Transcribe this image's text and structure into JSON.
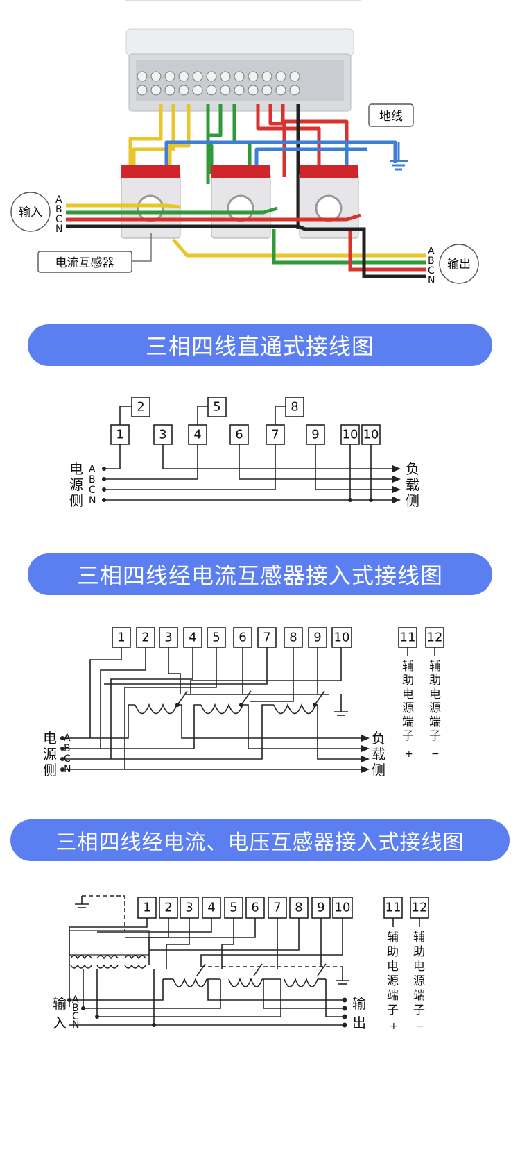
{
  "photo": {
    "ground_label": "地线",
    "input_label": "输入",
    "output_label": "输出",
    "ct_label": "电流互感器",
    "phases": [
      "A",
      "B",
      "C",
      "N"
    ]
  },
  "sections": [
    {
      "title": "三相四线直通式接线图",
      "terminals_top": [
        "2",
        "5",
        "8"
      ],
      "terminals": [
        "1",
        "3",
        "4",
        "6",
        "7",
        "9",
        "10",
        "10"
      ],
      "source_label": [
        "电",
        "源",
        "侧"
      ],
      "load_label": [
        "负",
        "载",
        "侧"
      ],
      "phases": [
        "A",
        "B",
        "C",
        "N"
      ]
    },
    {
      "title": "三相四线经电流互感器接入式接线图",
      "terminals": [
        "1",
        "2",
        "3",
        "4",
        "5",
        "6",
        "7",
        "8",
        "9",
        "10"
      ],
      "aux_terminals": [
        "11",
        "12"
      ],
      "aux_label": [
        "辅",
        "助",
        "电",
        "源",
        "端",
        "子"
      ],
      "aux_signs": [
        "+",
        "−"
      ],
      "source_label": [
        "电",
        "源",
        "侧"
      ],
      "load_label": [
        "负",
        "载",
        "侧"
      ],
      "phases": [
        "A",
        "B",
        "C",
        "N"
      ]
    },
    {
      "title": "三相四线经电流、电压互感器接入式接线图",
      "terminals": [
        "1",
        "2",
        "3",
        "4",
        "5",
        "6",
        "7",
        "8",
        "9",
        "10"
      ],
      "aux_terminals": [
        "11",
        "12"
      ],
      "aux_label": [
        "辅",
        "助",
        "电",
        "源",
        "端",
        "子"
      ],
      "aux_signs": [
        "+",
        "−"
      ],
      "input_label": [
        "输",
        "入"
      ],
      "output_label": [
        "输",
        "出"
      ],
      "phases": [
        "A",
        "B",
        "C",
        "N"
      ]
    }
  ],
  "colors": {
    "banner": "#5b7ff0",
    "wire_yellow": "#e8c62a",
    "wire_green": "#2e9a3a",
    "wire_red": "#d8322d",
    "wire_black": "#222222",
    "wire_blue": "#3d7fd6",
    "ct_red": "#d0262b",
    "meter_body": "#e6e6e8"
  }
}
